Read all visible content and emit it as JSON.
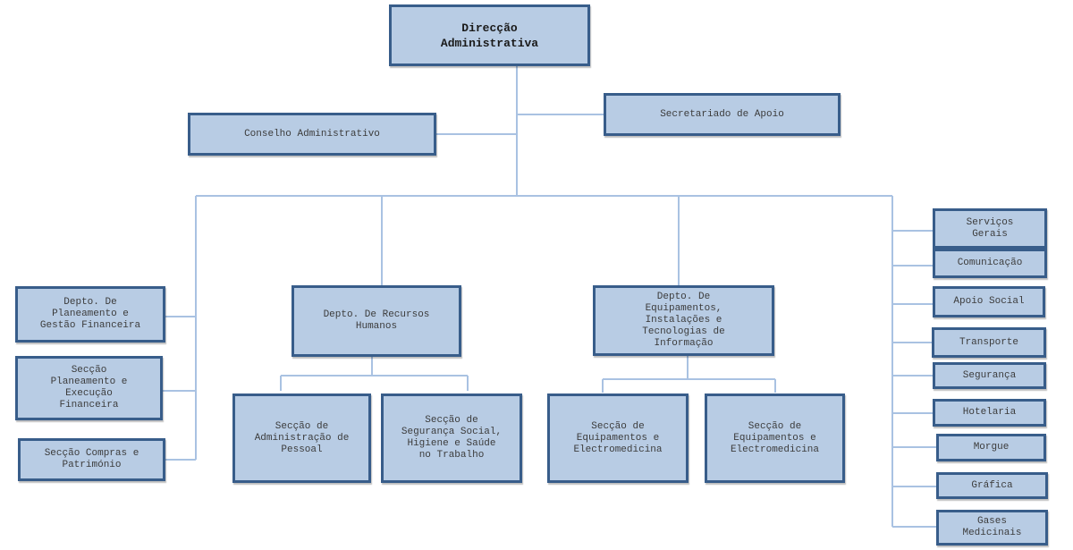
{
  "diagram": {
    "type": "org-chart",
    "root": {
      "label": "Direcção\nAdministrativa"
    },
    "advisory": [
      {
        "label": "Conselho Administrativo"
      },
      {
        "label": "Secretariado de Apoio"
      }
    ],
    "left_column": [
      {
        "label": "Depto. De\nPlaneamento e\nGestão Financeira"
      },
      {
        "label": "Secção\nPlaneamento e\nExecução\nFinanceira"
      },
      {
        "label": "Secção Compras e\nPatrimónio"
      }
    ],
    "hr_department": {
      "label": "Depto. De Recursos\nHumanos",
      "sections": [
        {
          "label": "Secção de\nAdministração de\nPessoal"
        },
        {
          "label": "Secção de\nSegurança Social,\nHigiene e Saúde\nno Trabalho"
        }
      ]
    },
    "equipment_department": {
      "label": "Depto. De\nEquipamentos,\nInstalações e\nTecnologias de\nInformação",
      "sections": [
        {
          "label": "Secção de\nEquipamentos e\nElectromedicina"
        },
        {
          "label": "Secção de\nEquipamentos e\nElectromedicina"
        }
      ]
    },
    "services": [
      {
        "label": "Serviços\nGerais"
      },
      {
        "label": "Comunicação"
      },
      {
        "label": "Apoio Social"
      },
      {
        "label": "Transporte"
      },
      {
        "label": "Segurança"
      },
      {
        "label": "Hotelaria"
      },
      {
        "label": "Morgue"
      },
      {
        "label": "Gráfica"
      },
      {
        "label": "Gases\nMedicinais"
      }
    ],
    "colors": {
      "box_fill": "#b8cce4",
      "box_border": "#385d8a",
      "connector": "#a9c2e2"
    }
  }
}
